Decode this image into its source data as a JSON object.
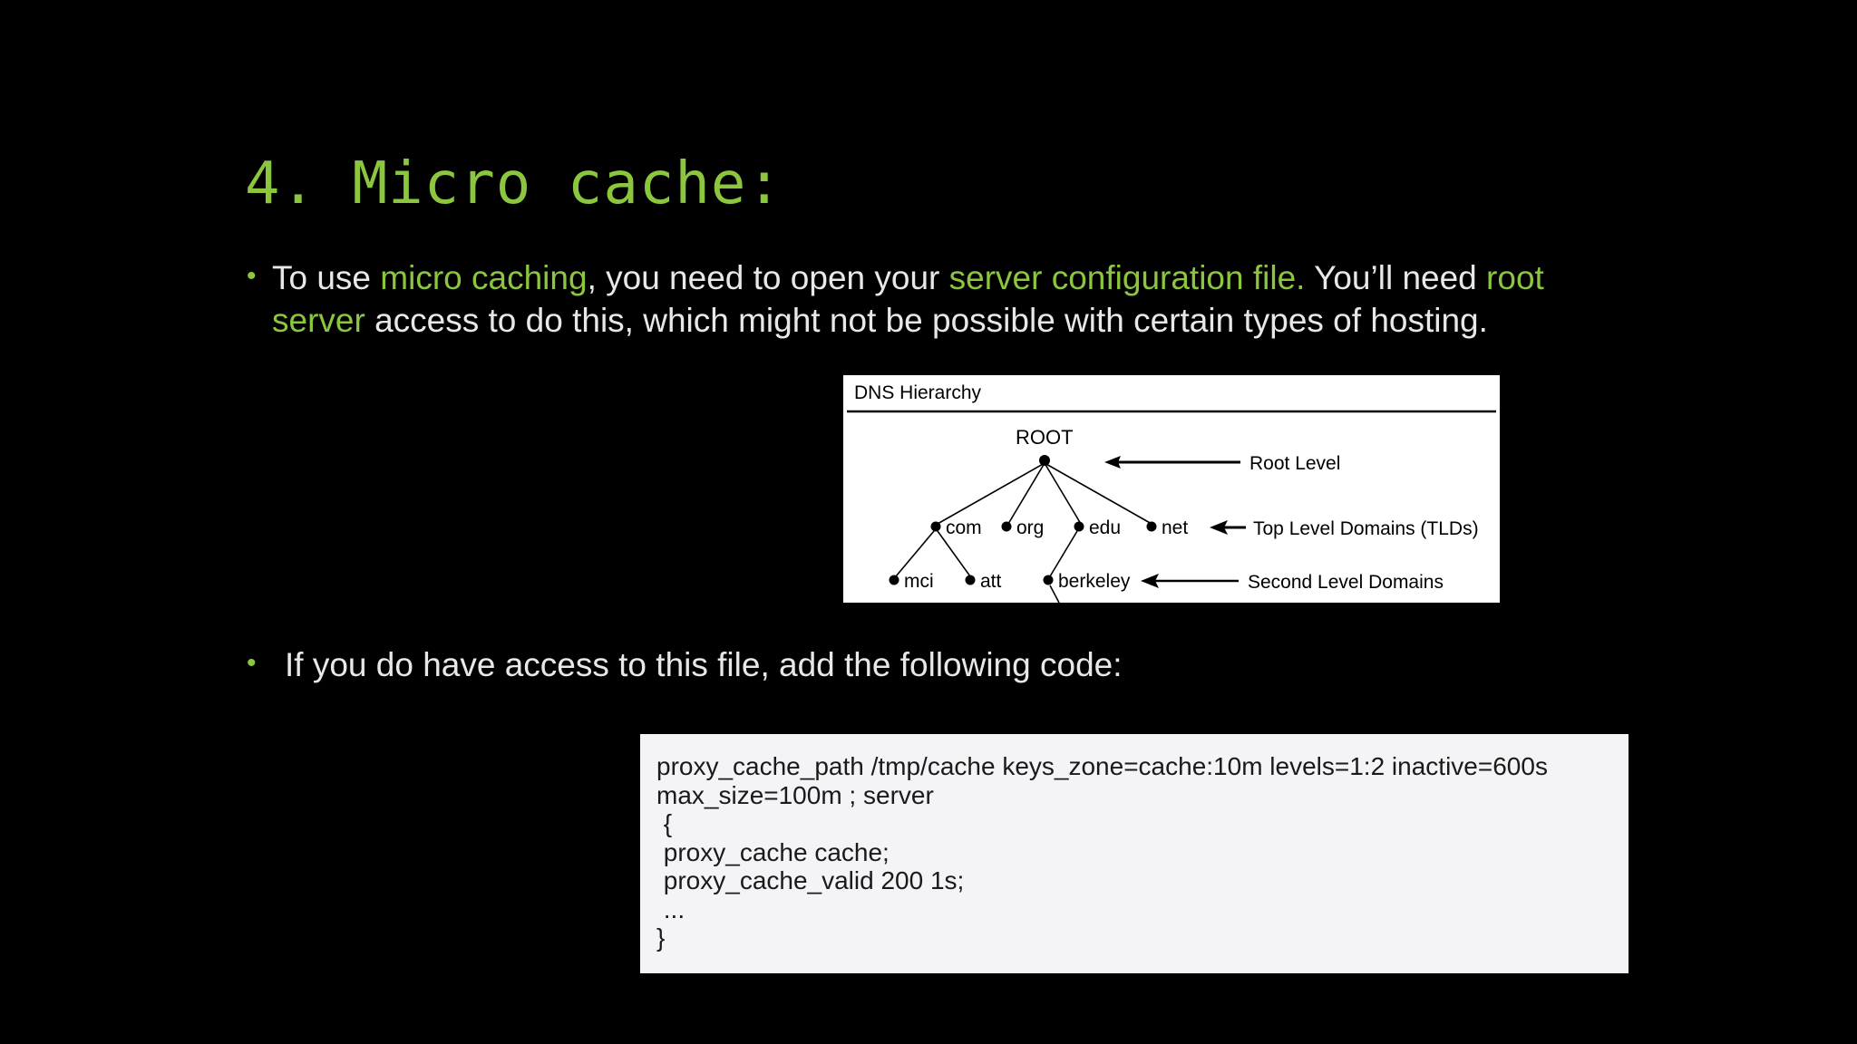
{
  "slide": {
    "background_color": "#000000",
    "accent_color": "#8CC63F",
    "body_text_color": "#E8E8E8",
    "title": "4. Micro cache:"
  },
  "bullets": [
    {
      "marker": "•",
      "segments": [
        {
          "text": "To use ",
          "highlight": false
        },
        {
          "text": "micro caching",
          "highlight": true
        },
        {
          "text": ", you need to open your ",
          "highlight": false
        },
        {
          "text": "server configuration file.",
          "highlight": true
        },
        {
          "text": " You’ll need ",
          "highlight": false
        },
        {
          "text": "root server",
          "highlight": true
        },
        {
          "text": " access to do this, which might not be possible with certain types of hosting.",
          "highlight": false
        }
      ]
    },
    {
      "marker": "•",
      "segments": [
        {
          "text": "If you do have access to this file, add the following code:",
          "highlight": false
        }
      ]
    }
  ],
  "dns_figure": {
    "caption": "DNS Hierarchy",
    "root_label": "ROOT",
    "level_labels": [
      "Root Level",
      "Top Level Domains (TLDs)",
      "Second Level Domains"
    ],
    "top_level_domains": [
      "com",
      "org",
      "edu",
      "net"
    ],
    "second_level_domains": [
      "mci",
      "att",
      "berkeley"
    ],
    "border_color": "#000000",
    "background_color": "#FFFFFF"
  },
  "code_block": {
    "background_color": "#F4F4F6",
    "text_color": "#1A1A1A",
    "lines": [
      "proxy_cache_path /tmp/cache keys_zone=cache:10m levels=1:2 inactive=600s",
      "max_size=100m ; server",
      " {",
      " proxy_cache cache;",
      " proxy_cache_valid 200 1s;",
      " ...",
      "}"
    ]
  }
}
